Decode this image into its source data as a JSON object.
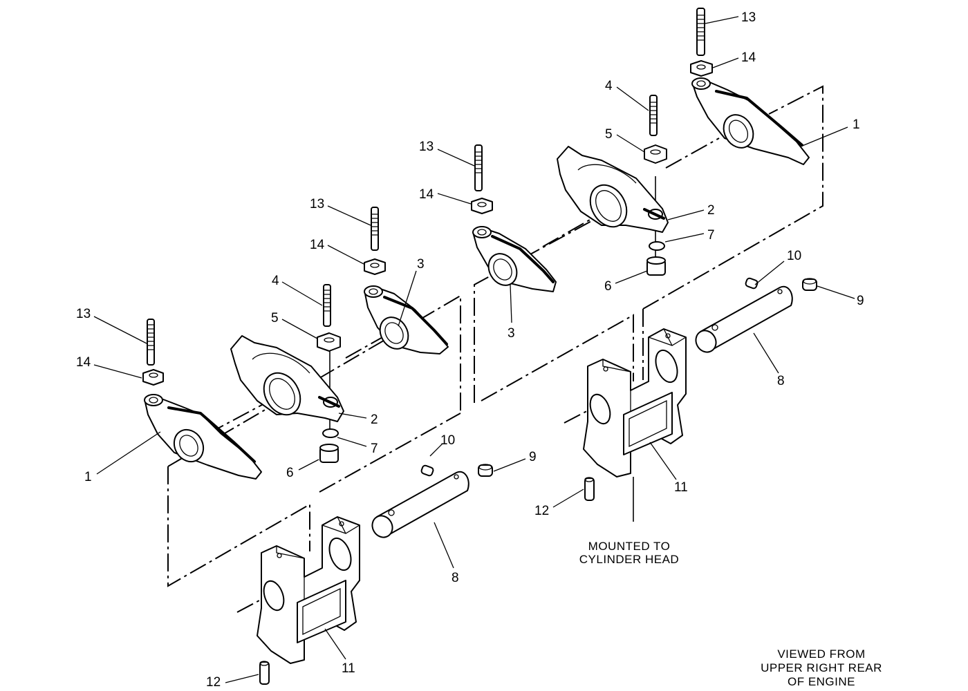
{
  "callouts": {
    "c1": "1",
    "c2": "2",
    "c3": "3",
    "c4": "4",
    "c5": "5",
    "c6": "6",
    "c7": "7",
    "c8": "8",
    "c9": "9",
    "c10": "10",
    "c11": "11",
    "c12": "12",
    "c13": "13",
    "c14": "14"
  },
  "notes": {
    "mounted_line1": "MOUNTED TO",
    "mounted_line2": "CYLINDER HEAD",
    "viewed_line1": "VIEWED FROM",
    "viewed_line2": "UPPER RIGHT REAR",
    "viewed_line3": "OF ENGINE"
  }
}
